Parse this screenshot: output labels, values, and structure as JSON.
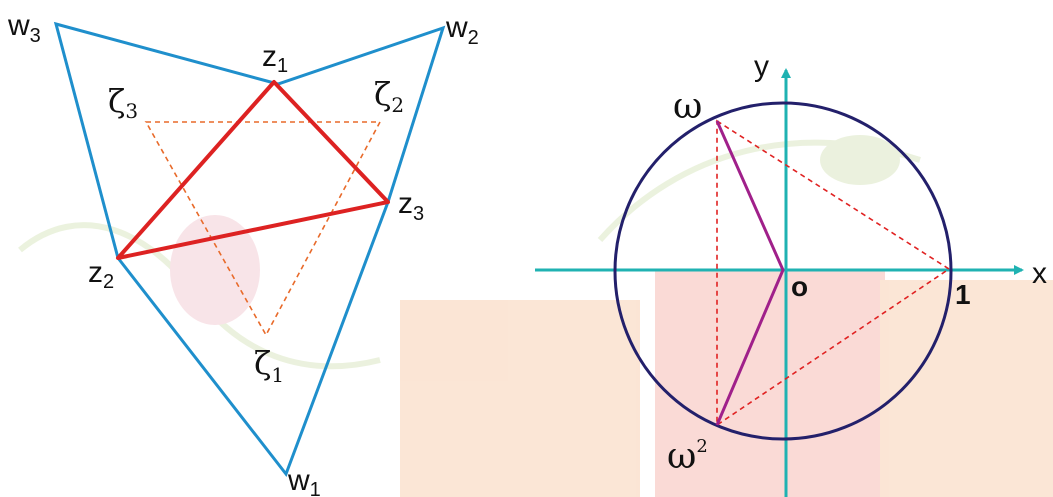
{
  "colors": {
    "outer_triangle": "#1f8fcc",
    "inner_triangle": "#dd2222",
    "dashed_triangle": "#e86a2a",
    "circle": "#23206b",
    "axes": "#1fb2b2",
    "omega_chords": "#a0208a",
    "dashed_red": "#e02222",
    "watermark_orange": "#f2a46a",
    "watermark_red": "#e8594a",
    "watermark_green": "#b8d08a"
  },
  "left_figure": {
    "w1_label": {
      "base": "w",
      "sub": "1"
    },
    "w2_label": {
      "base": "w",
      "sub": "2"
    },
    "w3_label": {
      "base": "w",
      "sub": "3"
    },
    "z1_label": {
      "base": "z",
      "sub": "1"
    },
    "z2_label": {
      "base": "z",
      "sub": "2"
    },
    "z3_label": {
      "base": "z",
      "sub": "3"
    },
    "zeta1_label": {
      "base": "ζ",
      "sub": "1"
    },
    "zeta2_label": {
      "base": "ζ",
      "sub": "2"
    },
    "zeta3_label": {
      "base": "ζ",
      "sub": "3"
    }
  },
  "right_figure": {
    "x_axis_label": "x",
    "y_axis_label": "y",
    "origin_label": "o",
    "one_label": "1",
    "omega_label": "ω",
    "omega2_label": {
      "base": "ω",
      "sup": "2"
    }
  }
}
